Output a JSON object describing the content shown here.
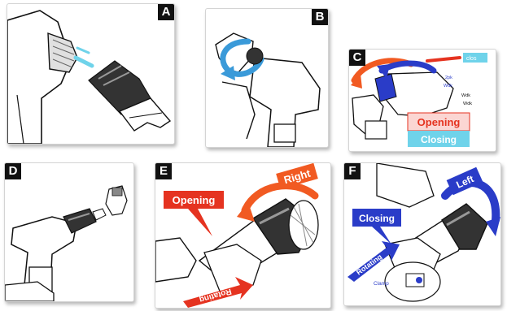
{
  "panels": {
    "a": {
      "letter": "A"
    },
    "b": {
      "letter": "B"
    },
    "c": {
      "letter": "C",
      "opening": "Opening",
      "closing": "Closing",
      "tiny_labels": [
        "clos",
        "2pk",
        "Wdk",
        "Wdk",
        "Wdk"
      ]
    },
    "d": {
      "letter": "D"
    },
    "e": {
      "letter": "E",
      "opening": "Opening",
      "right": "Right",
      "rotation": "Rotating"
    },
    "f": {
      "letter": "F",
      "closing": "Closing",
      "left": "Left",
      "rotation": "Rotating",
      "small": "Clamp"
    }
  },
  "colors": {
    "red": "#e53320",
    "orange": "#f15a22",
    "blue": "#2a3cc8",
    "light_blue": "#3a9ad9",
    "cyan": "#6fd3ea",
    "black": "#111111"
  }
}
